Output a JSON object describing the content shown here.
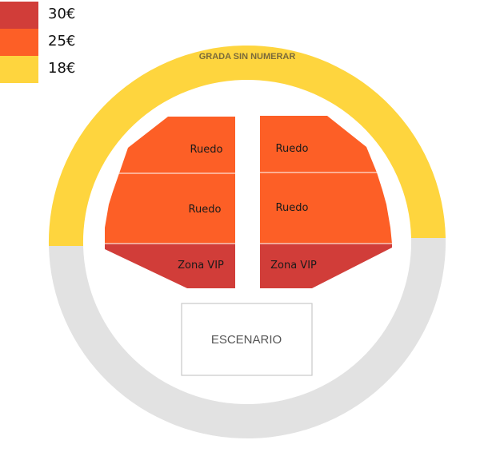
{
  "colors": {
    "price_30": "#d13d39",
    "price_25": "#fd5f26",
    "price_18": "#fed53e",
    "unavailable_ring": "#e2e2e2",
    "stage_border": "#c9c9c9"
  },
  "legend": [
    {
      "label": "30€",
      "color": "#d13d39"
    },
    {
      "label": "25€",
      "color": "#fd5f26"
    },
    {
      "label": "18€",
      "color": "#fed53e"
    }
  ],
  "map": {
    "ring_label": "GRADA SIN NUMERAR",
    "stage_label": "ESCENARIO",
    "sections": {
      "ruedo_top_left": "Ruedo",
      "ruedo_top_right": "Ruedo",
      "ruedo_mid_left": "Ruedo",
      "ruedo_mid_right": "Ruedo",
      "vip_left": "Zona VIP",
      "vip_right": "Zona VIP"
    }
  }
}
